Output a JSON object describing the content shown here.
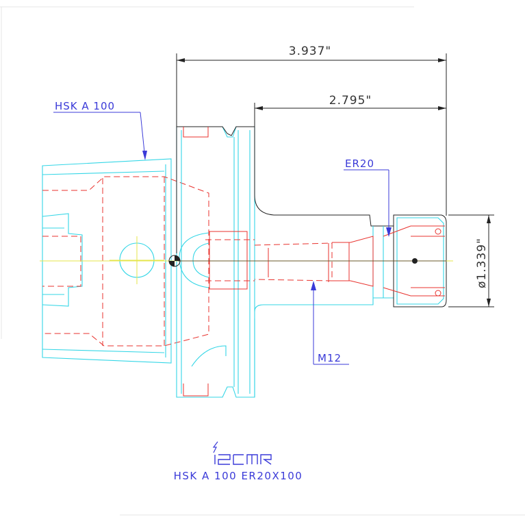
{
  "dimensions": {
    "overall_length": "3.937\"",
    "gauge_length": "2.795\"",
    "diameter": "ø1.339\""
  },
  "callouts": {
    "shank": "HSK A 100",
    "collet": "ER20",
    "thread": "M12"
  },
  "title_block": {
    "brand": "iscar",
    "designation": "HSK A 100 ER20X100"
  },
  "colors": {
    "outline": "#33d6e6",
    "hidden": "#e8322d",
    "dimension": "#222222",
    "centerline": "#e5e54a",
    "callout": "#3a3ad8"
  }
}
